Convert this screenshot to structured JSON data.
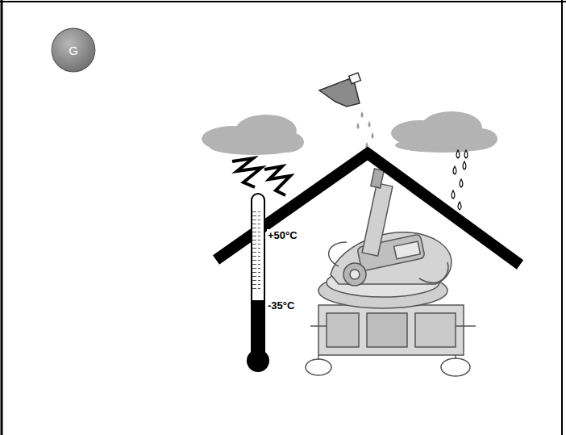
{
  "diagram": {
    "nodes": [
      {
        "text": [
          "G"
        ]
      }
    ],
    "labels": [
      "+50°C",
      "-35°C"
    ]
  }
}
